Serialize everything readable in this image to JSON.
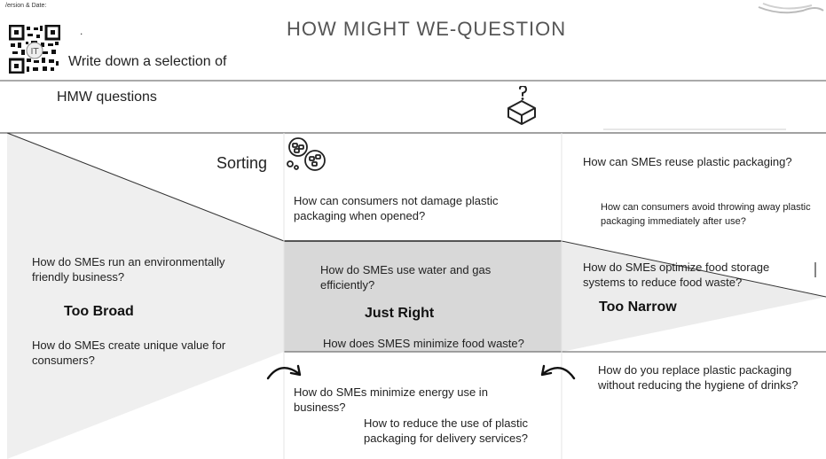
{
  "header": {
    "version_label": "/ersion & Date:",
    "dot": ".",
    "title": "HOW MIGHT WE-QUESTION",
    "instruction_line1": "Write down a selection of",
    "instruction_line2": "HMW questions"
  },
  "sorting_label": "Sorting",
  "categories": {
    "too_broad": "Too Broad",
    "just_right": "Just Right",
    "too_narrow": "Too Narrow"
  },
  "questions": {
    "broad_1": "How do SMEs run an environmentally friendly business?",
    "broad_2": "How do SMEs create unique value for consumers?",
    "right_top": "How can consumers not damage plastic packaging when opened?",
    "right_1": "How do SMEs use water and gas efficiently?",
    "right_2": "How does SMES minimize food waste?",
    "right_bottom_1": "How do SMEs minimize energy use in business?",
    "right_bottom_2": "How to reduce the use of plastic packaging for delivery services?",
    "narrow_top_1": "How can SMEs reuse plastic packaging?",
    "narrow_top_2": "How can consumers avoid throwing away plastic packaging immediately after use?",
    "narrow_1": "How do SMEs optimize food storage systems to reduce food waste?",
    "narrow_bottom": "How do you replace plastic packaging without reducing the hygiene of drinks?"
  },
  "colors": {
    "left_triangle": "#efefef",
    "center_band": "#d8d8d8",
    "right_triangle": "#ececec",
    "lines": "#333333"
  },
  "icons": [
    "qr-code-icon",
    "box-question-icon",
    "sorting-bubbles-icon",
    "curved-arrow-right-icon",
    "curved-arrow-left-icon"
  ]
}
